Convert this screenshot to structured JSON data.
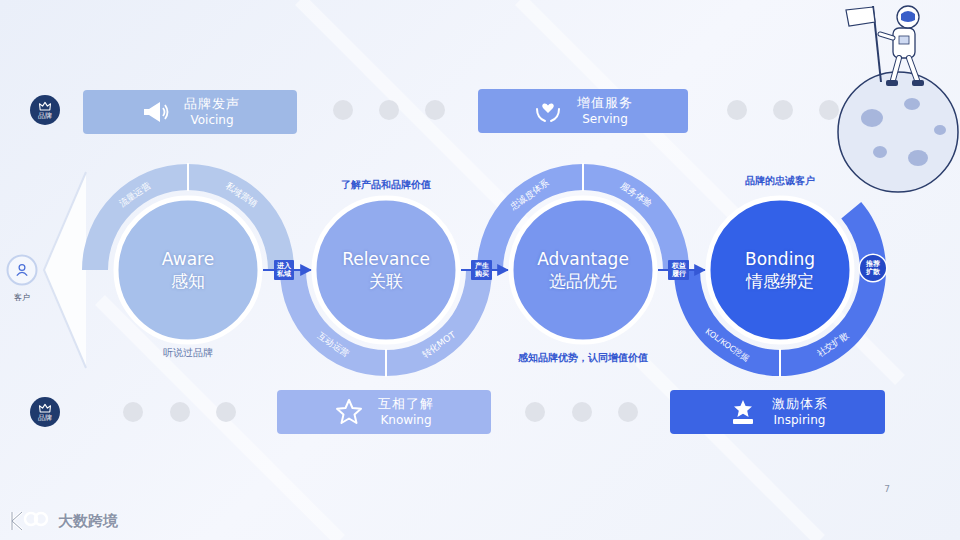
{
  "diagram": {
    "nodes": [
      {
        "text": [
          "品牌"
        ]
      },
      {
        "text": [
          "品牌发声",
          "Voicing"
        ]
      },
      {
        "text": [
          "增值服务",
          "Serving"
        ]
      },
      {
        "text": [
          "客户"
        ]
      },
      {
        "text": [
          "Aware",
          "感知"
        ]
      },
      {
        "text": [
          "Relevance",
          "关联"
        ]
      },
      {
        "text": [
          "Advantage",
          "选品优先"
        ]
      },
      {
        "text": [
          "Bonding",
          "情感绑定"
        ]
      },
      {
        "text": [
          "推荐扩散"
        ]
      },
      {
        "text": [
          "品牌"
        ]
      },
      {
        "text": [
          "互相了解",
          "Knowing"
        ]
      },
      {
        "text": [
          "激励体系",
          "Inspiring"
        ]
      }
    ],
    "edges": [
      {
        "from": 4,
        "to": 5,
        "label": "进入私域",
        "arrow": "to"
      },
      {
        "from": 5,
        "to": 6,
        "label": "产生购买",
        "arrow": "to"
      },
      {
        "from": 6,
        "to": 7,
        "label": "权益履行",
        "arrow": "to"
      }
    ],
    "labels": [
      "流量运营",
      "私域营销",
      "听说过品牌",
      "了解产品和品牌价值",
      "互动运营",
      "转化MOT",
      "忠诚度体系",
      "服务体验",
      "感知品牌优势，认同增值价值",
      "品牌的忠诚客户",
      "KOL/KOC挖掘",
      "社交扩散",
      "7",
      "大数跨境"
    ]
  }
}
